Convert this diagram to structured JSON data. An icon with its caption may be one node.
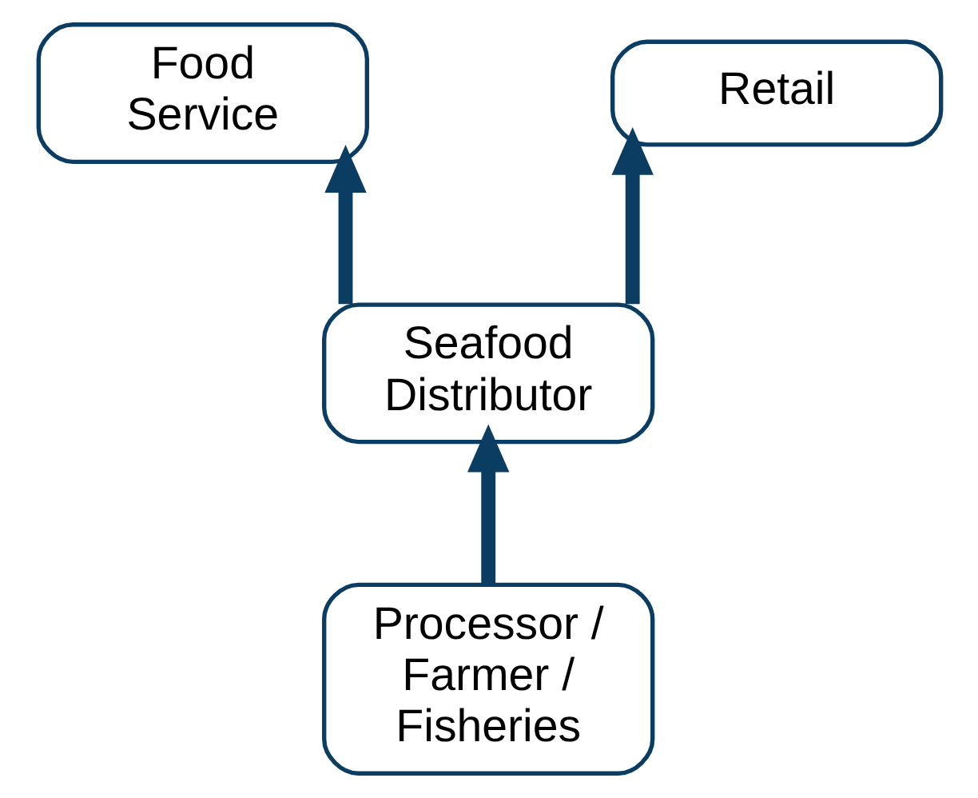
{
  "diagram": {
    "nodes": [
      {
        "text": [
          "Food Service"
        ]
      },
      {
        "text": [
          "Retail"
        ]
      },
      {
        "text": [
          "Seafood Distributor"
        ]
      },
      {
        "text": [
          "Processor / Farmer / Fisheries"
        ]
      }
    ],
    "edges": [
      {
        "from": 3,
        "to": 2,
        "arrow": "to"
      },
      {
        "from": 2,
        "to": 0,
        "arrow": "to"
      },
      {
        "from": 2,
        "to": 1,
        "arrow": "to"
      }
    ]
  }
}
